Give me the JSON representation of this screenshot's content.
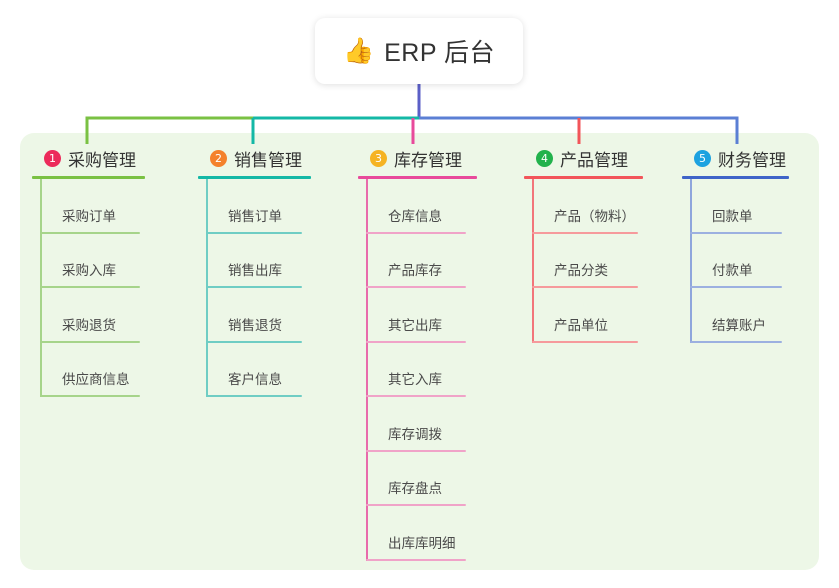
{
  "root": {
    "icon": "thumbs-up-icon",
    "emoji": "👍",
    "title": "ERP 后台"
  },
  "palette": {
    "panel_bg": "#edf7e7",
    "page_bg": "#ffffff",
    "root_line": "#5b5fc7",
    "green": "#7ac143",
    "teal": "#14b8a6",
    "pink": "#e84a9b",
    "red": "#f2555a",
    "blue": "#5b7fd4"
  },
  "columns": [
    {
      "index": "1",
      "badge_number": "1",
      "badge_color": "#ec2b5b",
      "title": "采购管理",
      "rule_color": "#7ac143",
      "leaf_rule_color": "#a6d48a",
      "spine_color": "#a6d48a",
      "drop_color": "#7ac143",
      "items": [
        {
          "label": "采购订单"
        },
        {
          "label": "采购入库"
        },
        {
          "label": "采购退货"
        },
        {
          "label": "供应商信息"
        }
      ]
    },
    {
      "index": "2",
      "badge_number": "2",
      "badge_color": "#f4812c",
      "title": "销售管理",
      "rule_color": "#14b8a6",
      "leaf_rule_color": "#6fcdc4",
      "spine_color": "#6fcdc4",
      "drop_color": "#14b8a6",
      "items": [
        {
          "label": "销售订单"
        },
        {
          "label": "销售出库"
        },
        {
          "label": "销售退货"
        },
        {
          "label": "客户信息"
        }
      ]
    },
    {
      "index": "3",
      "badge_number": "3",
      "badge_color": "#f5b322",
      "title": "库存管理",
      "rule_color": "#e84a9b",
      "leaf_rule_color": "#f0a3c8",
      "spine_color": "#e86aab",
      "drop_color": "#e84a9b",
      "items": [
        {
          "label": "仓库信息"
        },
        {
          "label": "产品库存"
        },
        {
          "label": "其它出库"
        },
        {
          "label": "其它入库"
        },
        {
          "label": "库存调拨"
        },
        {
          "label": "库存盘点"
        },
        {
          "label": "出库库明细"
        }
      ]
    },
    {
      "index": "4",
      "badge_number": "4",
      "badge_color": "#22b24c",
      "title": "产品管理",
      "rule_color": "#f2555a",
      "leaf_rule_color": "#f69a9c",
      "spine_color": "#f2757a",
      "drop_color": "#f2555a",
      "items": [
        {
          "label": "产品（物料）"
        },
        {
          "label": "产品分类"
        },
        {
          "label": "产品单位"
        }
      ]
    },
    {
      "index": "5",
      "badge_number": "5",
      "badge_color": "#1da2e0",
      "title": "财务管理",
      "rule_color": "#3f64c8",
      "leaf_rule_color": "#9cb0e0",
      "spine_color": "#8fa6dc",
      "drop_color": "#5b7fd4",
      "items": [
        {
          "label": "回款单"
        },
        {
          "label": "付款单"
        },
        {
          "label": "结算账户"
        }
      ]
    }
  ]
}
